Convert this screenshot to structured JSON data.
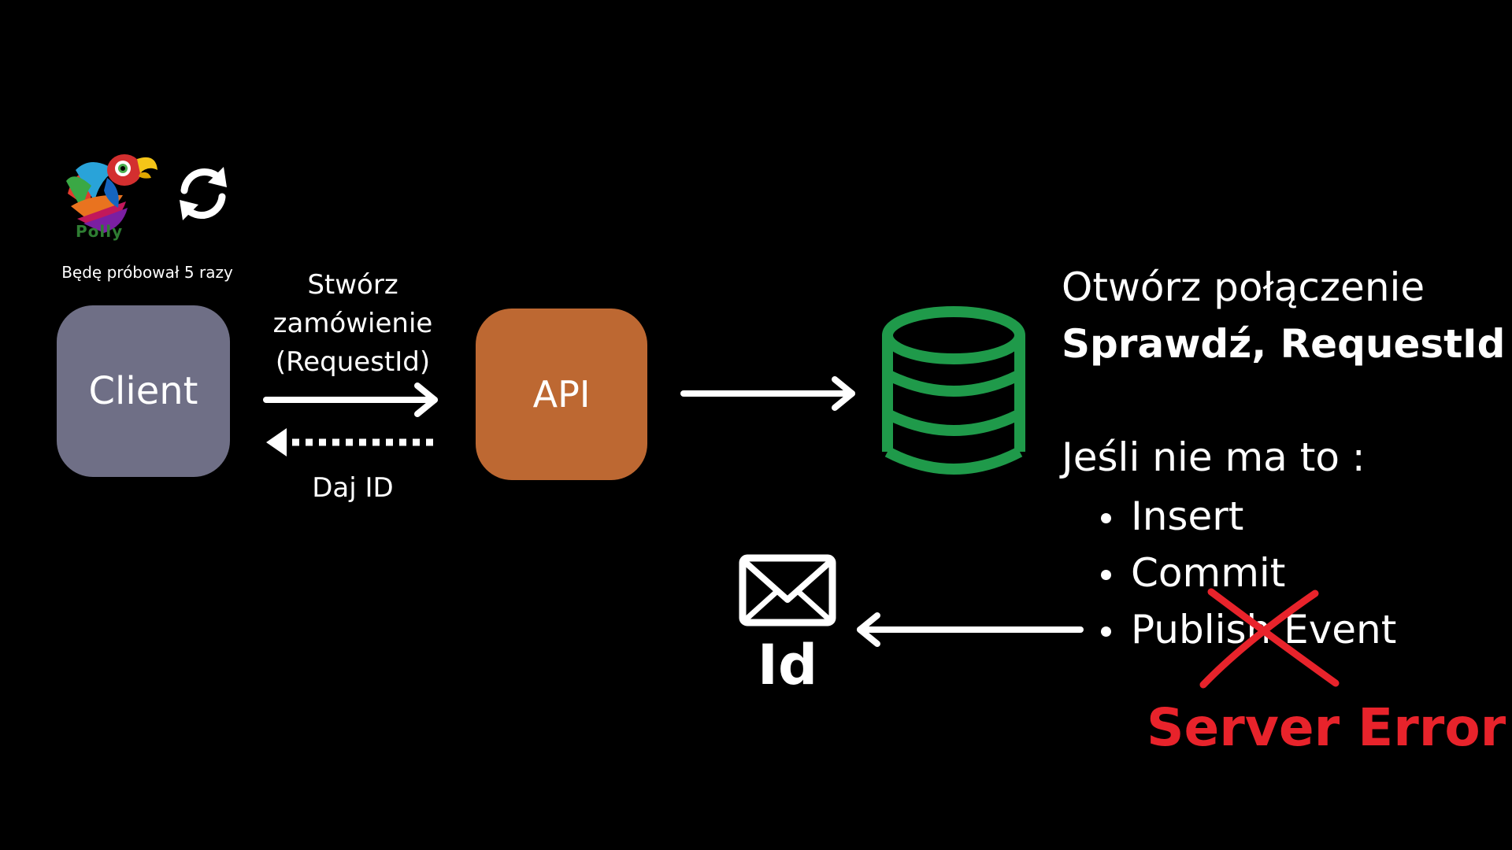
{
  "logo": {
    "icon": "polly-parrot-logo",
    "wordmark": "Polly"
  },
  "retry": {
    "icon": "retry-icon",
    "caption": "Będę próbował 5 razy"
  },
  "client": {
    "label": "Client",
    "color": "#6f6f86"
  },
  "request": {
    "label": "Stwórz zamówienie (RequestId)"
  },
  "response": {
    "label": "Daj ID"
  },
  "api": {
    "label": "API",
    "color": "#bd6832"
  },
  "database": {
    "icon": "database-icon",
    "color": "#1f9a4a"
  },
  "steps": {
    "open": "Otwórz połączenie",
    "check": "Sprawdź, RequestId",
    "condition": "Jeśli nie ma to :",
    "items": [
      "Insert",
      "Commit",
      "Publish Event"
    ]
  },
  "error": {
    "label": "Server Error",
    "color": "#e8232b"
  },
  "result": {
    "icon": "envelope-icon",
    "label": "Id"
  }
}
